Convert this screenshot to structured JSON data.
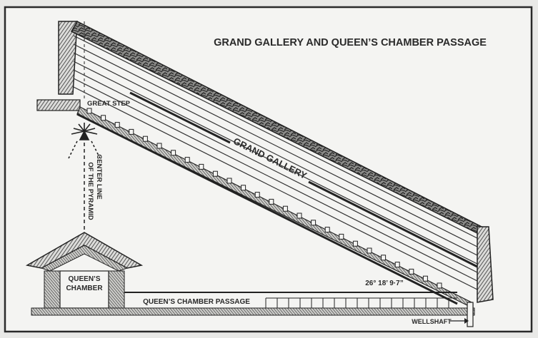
{
  "diagram": {
    "title": "GRAND GALLERY AND QUEEN’S CHAMBER PASSAGE",
    "labels": {
      "great_step": "GREAT STEP",
      "grand_gallery": "GRAND GALLERY",
      "center_line": "CENTER LINE",
      "of_the_pyramid": "OF THE PYRAMID",
      "queens": "QUEEN’S",
      "chamber": "CHAMBER",
      "queens_chamber_passage": "QUEEN’S CHAMBER PASSAGE",
      "angle": "26° 18’ 9·7”",
      "wellshaft": "WELLSHAFT"
    }
  }
}
